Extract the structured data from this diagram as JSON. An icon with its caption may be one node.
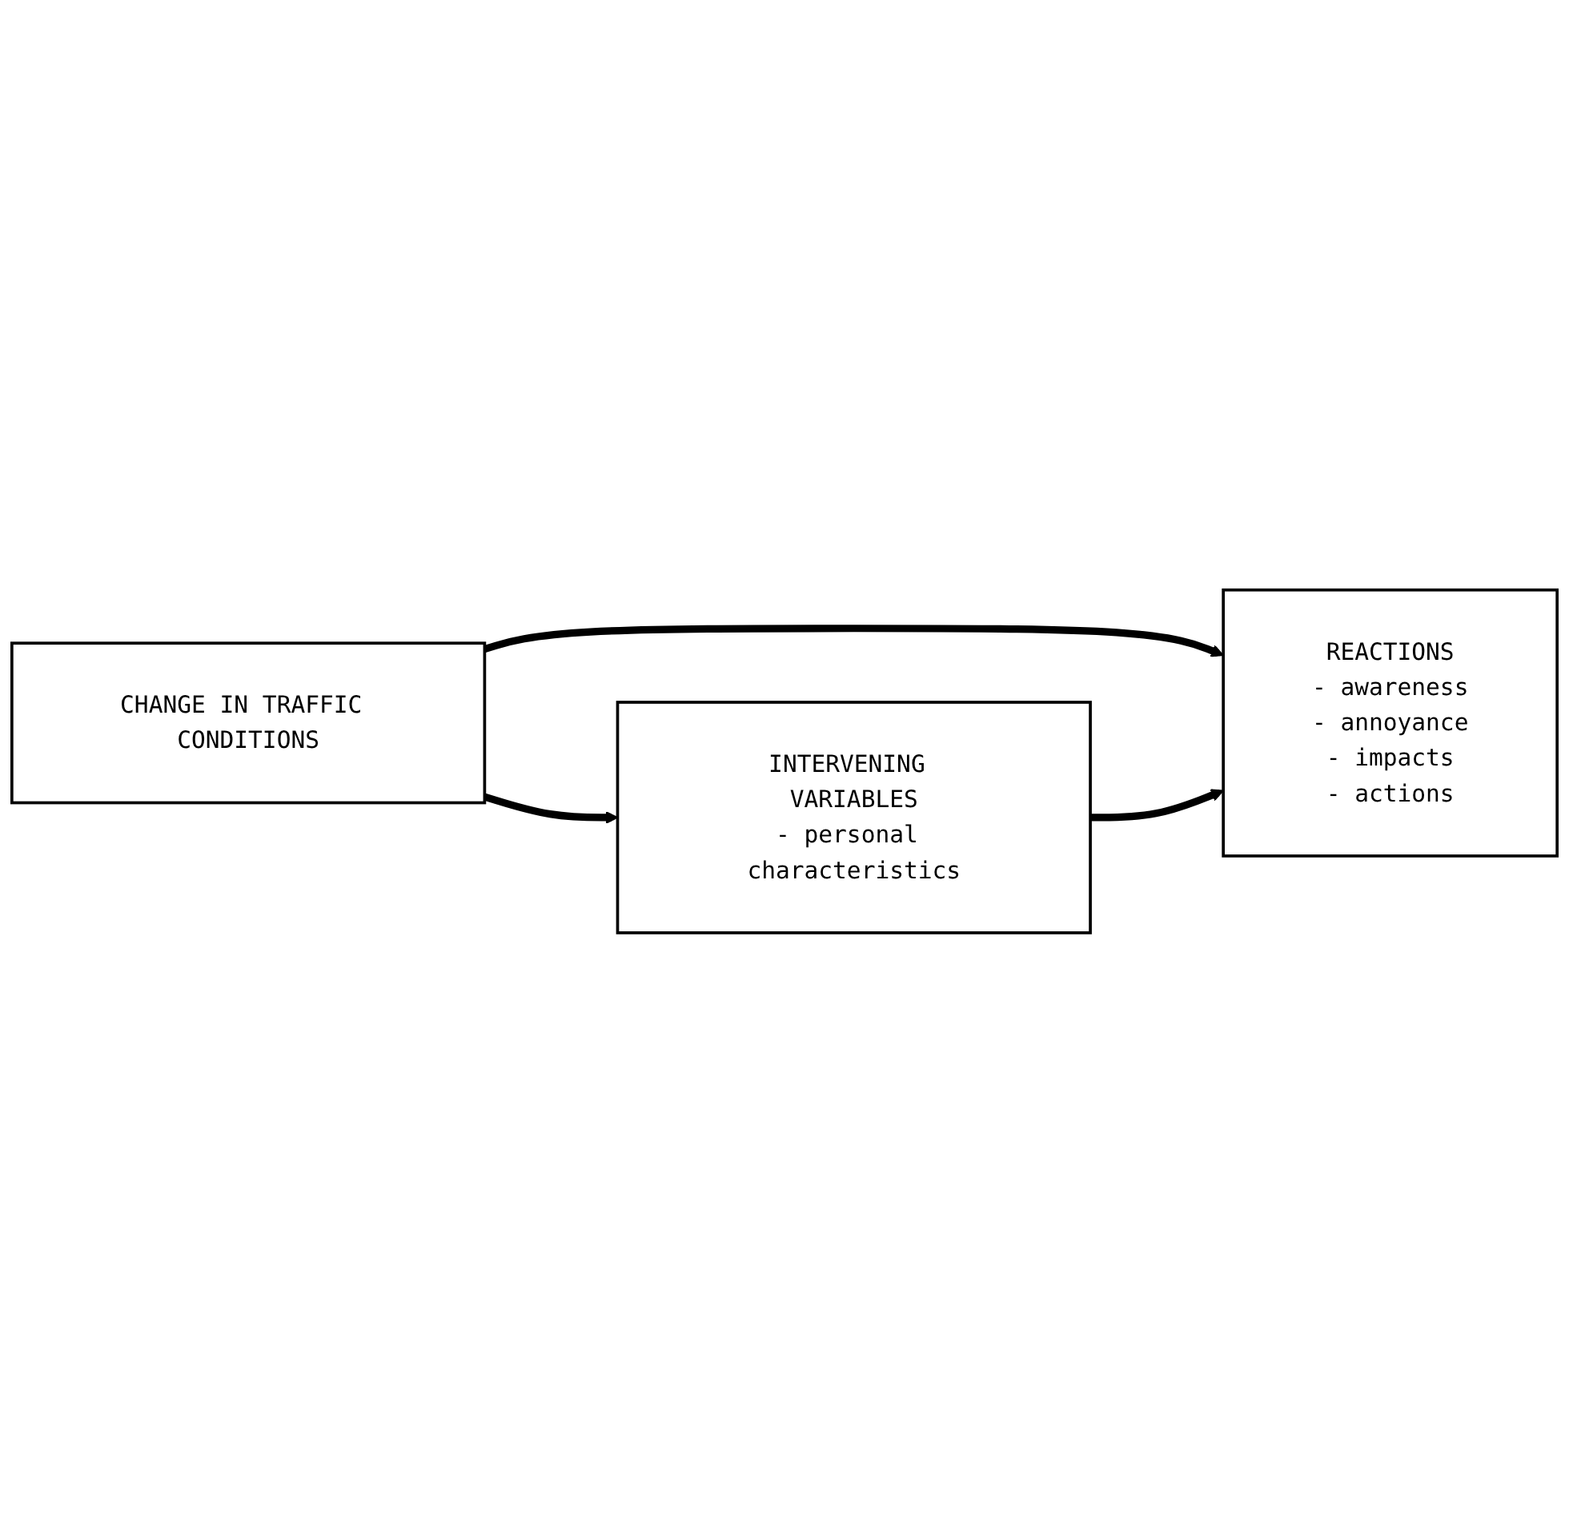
{
  "diagram": {
    "nodes": [
      {
        "text": [
          "CHANGE IN TRAFFIC CONDITIONS"
        ]
      },
      {
        "text": [
          "REACTIONS",
          "- awareness",
          "- annoyance",
          "- impacts",
          "- actions"
        ]
      },
      {
        "text": [
          "INTERVENING VARIABLES",
          "- personal characteristics"
        ]
      }
    ],
    "edges": [
      {
        "from": 0,
        "to": 1,
        "arrow": "to"
      },
      {
        "from": 0,
        "to": 2,
        "arrow": "to"
      },
      {
        "from": 2,
        "to": 1,
        "arrow": "to"
      }
    ]
  }
}
